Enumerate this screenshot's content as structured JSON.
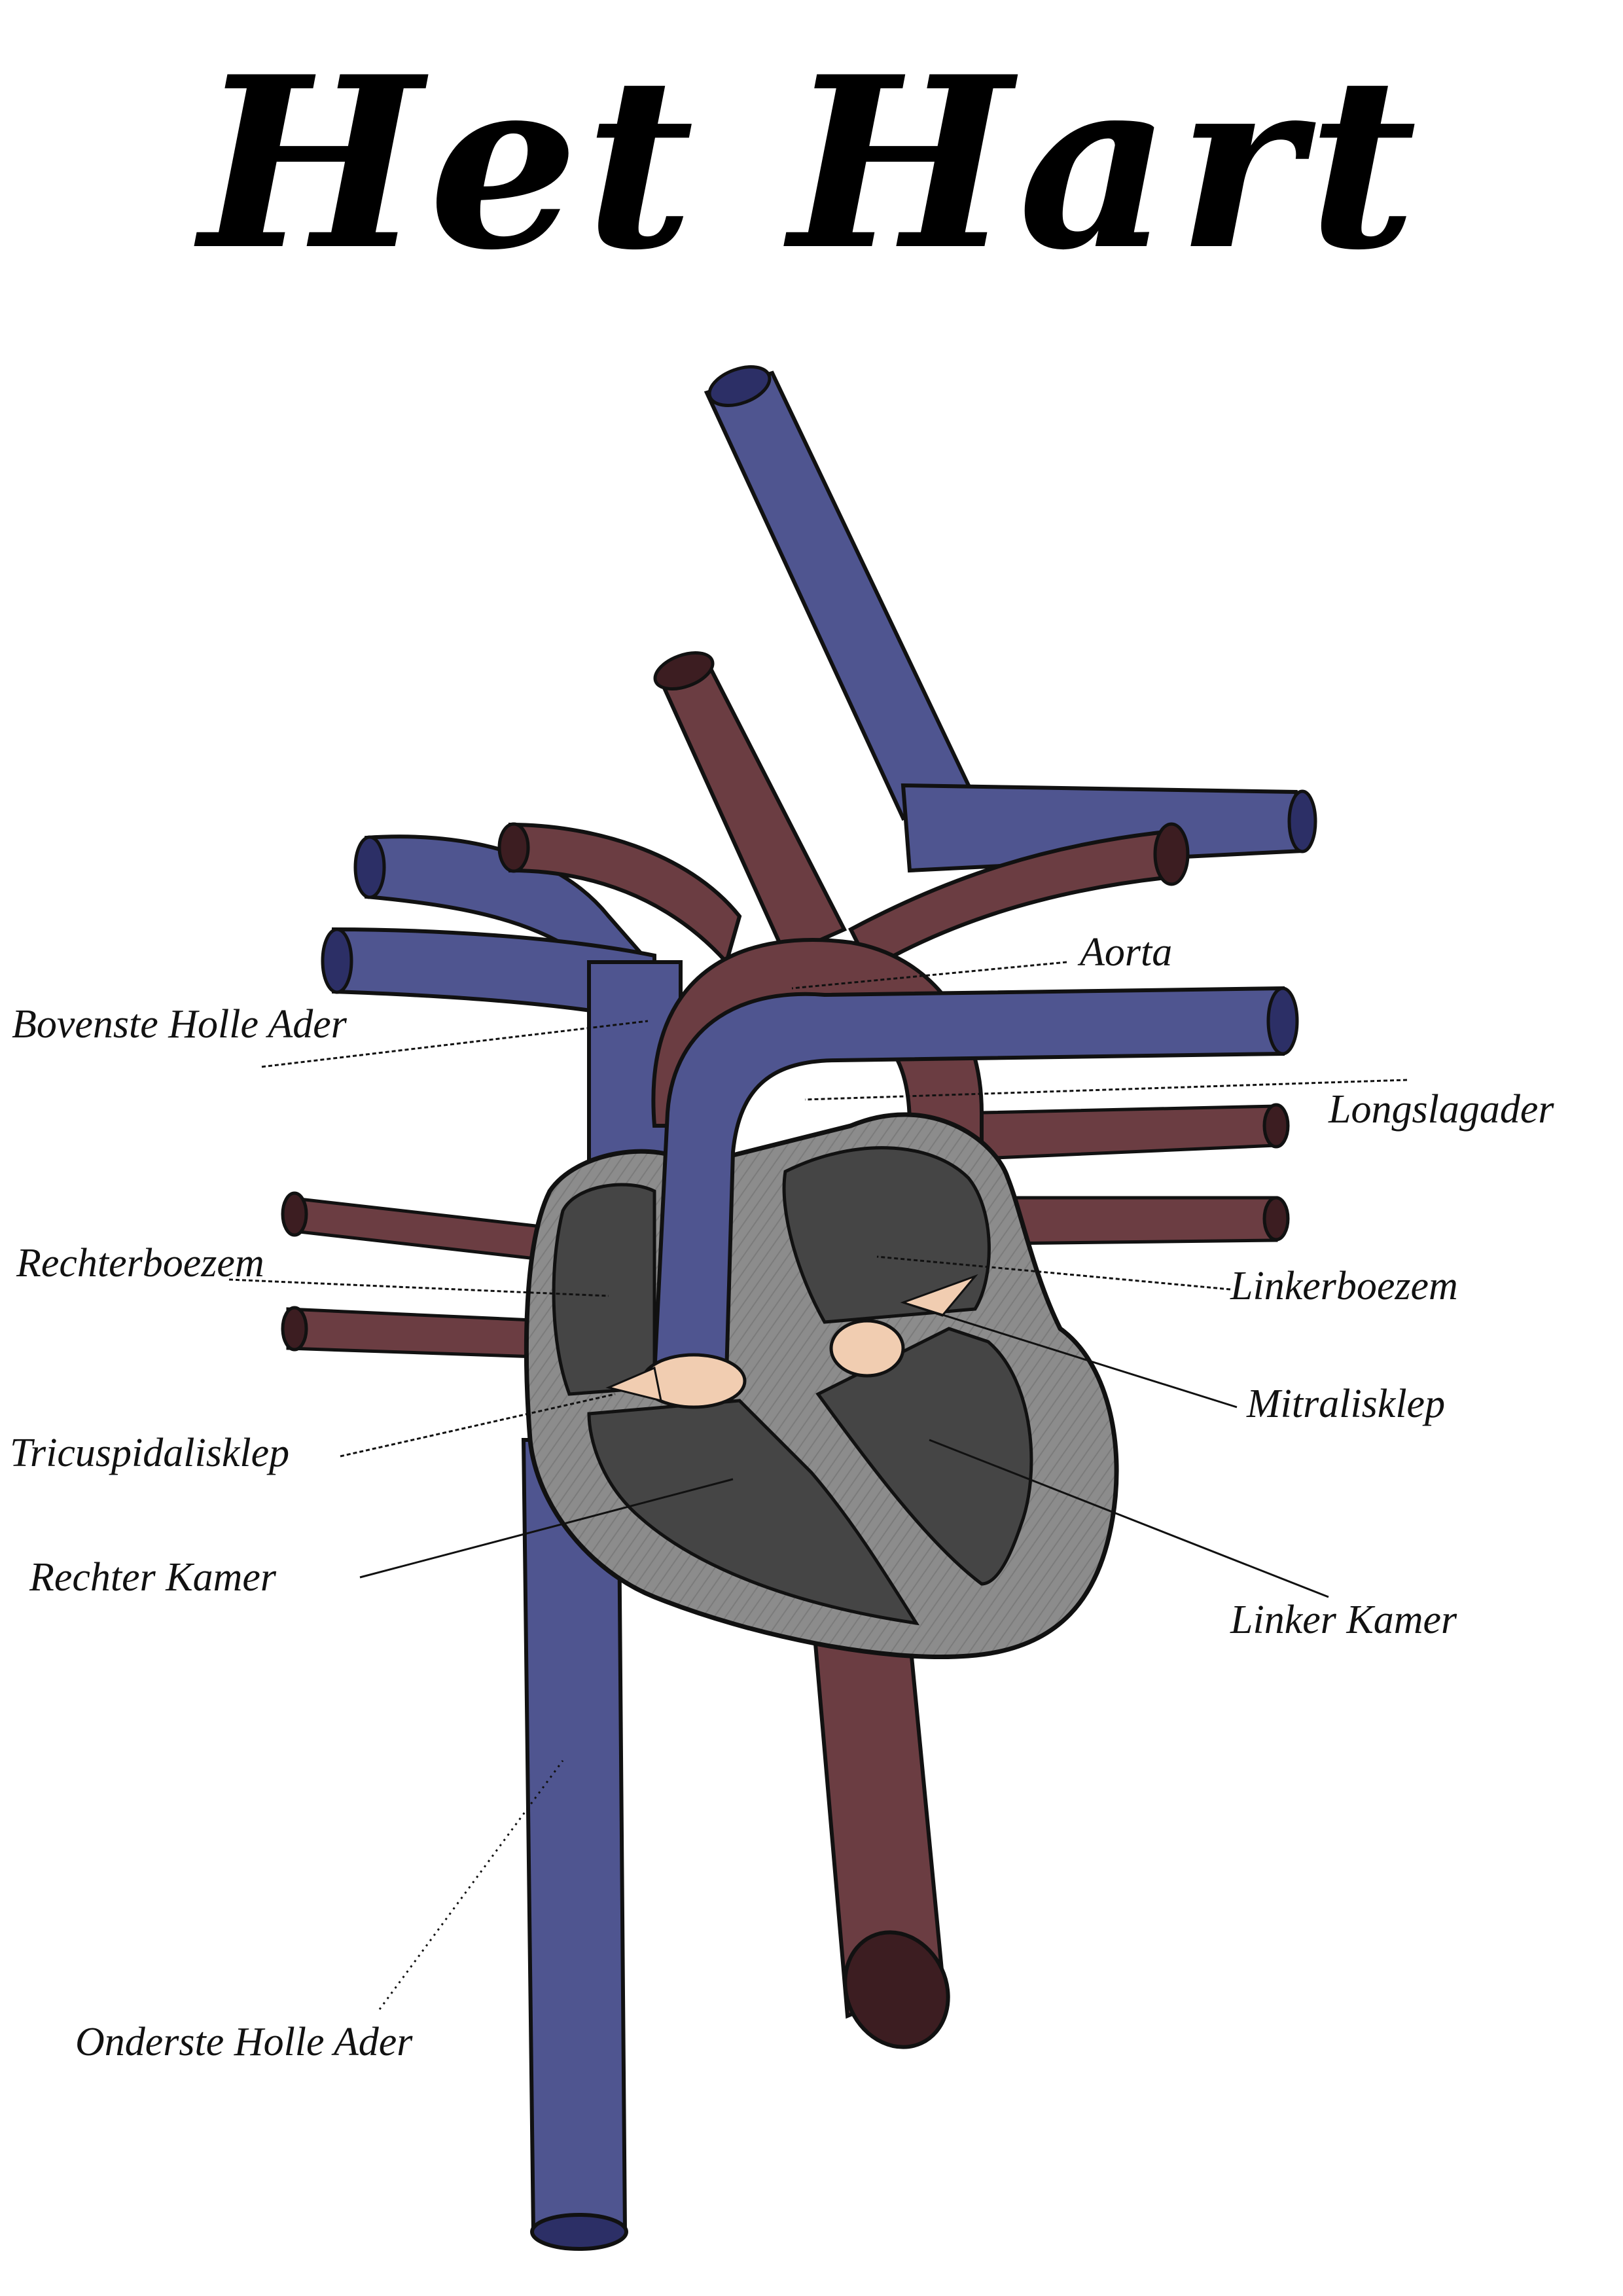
{
  "title": "Het Hart",
  "colors": {
    "vein": "#4f5590",
    "vein_dark": "#2c2f66",
    "artery": "#6b3d42",
    "artery_dark": "#3c1d21",
    "shell": "#8c8c8c",
    "chamber": "#454545",
    "valve": "#f1cdb1"
  },
  "labels": {
    "aorta": "Aorta",
    "bovenste_holle_ader": "Bovenste Holle Ader",
    "longslagader": "Longslagader",
    "rechterboezem": "Rechterboezem",
    "linkerboezem": "Linkerboezem",
    "mitralisklep": "Mitralisklep",
    "tricuspidalisklep": "Tricuspidalisklep",
    "rechter_kamer": "Rechter Kamer",
    "linker_kamer": "Linker Kamer",
    "onderste_holle_ader": "Onderste Holle Ader"
  }
}
